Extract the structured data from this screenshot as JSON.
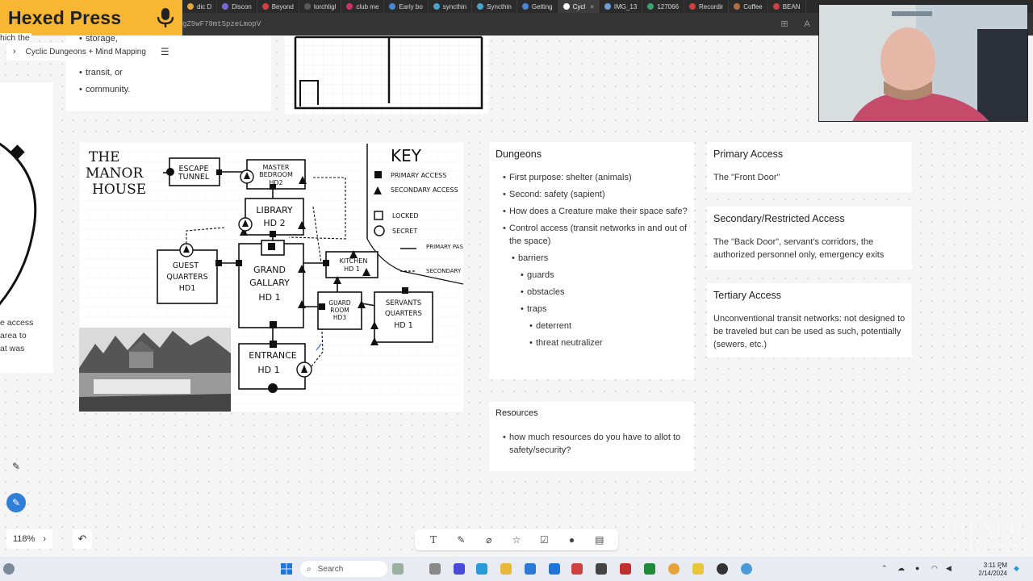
{
  "brand": {
    "name": "Hexed Press"
  },
  "browser": {
    "tabs": [
      {
        "label": "dic D",
        "color": "#e8a23a"
      },
      {
        "label": "Discon",
        "color": "#7b66d8"
      },
      {
        "label": "Beyond",
        "color": "#d04040"
      },
      {
        "label": "torchligl",
        "color": "#5a5a5a"
      },
      {
        "label": "club me",
        "color": "#cc3366"
      },
      {
        "label": "Early bo",
        "color": "#4a86d8"
      },
      {
        "label": "syncthin",
        "color": "#4aa3c8"
      },
      {
        "label": "Syncthin",
        "color": "#4aa3c8"
      },
      {
        "label": "Getting",
        "color": "#4a86d8"
      },
      {
        "label": "Cycl",
        "color": "#ffffff",
        "active": true
      },
      {
        "label": "IMG_13",
        "color": "#6aa0d8"
      },
      {
        "label": "127066",
        "color": "#3aa36a"
      },
      {
        "label": "Recordir",
        "color": "#d04040"
      },
      {
        "label": "Coffee",
        "color": "#b07040"
      },
      {
        "label": "BEAN",
        "color": "#d04040"
      }
    ],
    "url_fragment": "gZ9wF79mtSpzeLmopV"
  },
  "breadcrumb": {
    "label": "Cyclic Dungeons + Mind Mapping"
  },
  "left_partial": {
    "top_fragment": "hich the",
    "frags": [
      "e access",
      "area to",
      "at was"
    ]
  },
  "top_list": {
    "items": [
      "storage,",
      "transit, or",
      "community."
    ]
  },
  "manor": {
    "title_lines": [
      "THE",
      "MANOR",
      "HOUSE"
    ],
    "key_title": "KEY",
    "key_items": [
      "PRIMARY ACCESS",
      "SECONDARY ACCESS",
      "LOCKED",
      "SECRET",
      "PRIMARY PASSAGE",
      "SECONDARY PASSAGE"
    ],
    "rooms": {
      "escape": [
        "ESCAPE",
        "TUNNEL"
      ],
      "master": [
        "MASTER",
        "BEDROOM",
        "HD2"
      ],
      "library": [
        "LIBRARY",
        "HD 2"
      ],
      "guest": [
        "GUEST",
        "QUARTERS",
        "HD1"
      ],
      "gallery": [
        "GRAND",
        "GALLARY",
        "HD 1"
      ],
      "kitchen": [
        "KITCHEN",
        "HD 1"
      ],
      "guard": [
        "GUARD",
        "ROOM",
        "HD3"
      ],
      "servants": [
        "SERVANTS",
        "QUARTERS",
        "HD 1"
      ],
      "entrance": [
        "ENTRANCE",
        "HD 1"
      ]
    }
  },
  "dungeons": {
    "title": "Dungeons",
    "items": [
      {
        "text": "First purpose: shelter (animals)",
        "level": 0
      },
      {
        "text": "Second: safety (sapient)",
        "level": 0
      },
      {
        "text": "How does a Creature make their space safe?",
        "level": 0
      },
      {
        "text": "Control access (transit networks in and out of the space)",
        "level": 0
      },
      {
        "text": "barriers",
        "level": 1
      },
      {
        "text": "guards",
        "level": 2
      },
      {
        "text": "obstacles",
        "level": 2
      },
      {
        "text": "traps",
        "level": 2
      },
      {
        "text": "deterrent",
        "level": 3
      },
      {
        "text": "threat neutralizer",
        "level": 3
      }
    ]
  },
  "resources": {
    "title": "Resources",
    "items": [
      "how much resources do you have to allot to safety/security?"
    ]
  },
  "primary": {
    "title": "Primary Access",
    "text": "The \"Front Door\""
  },
  "secondary": {
    "title": "Secondary/Restricted Access",
    "text": "The \"Back Door\", servant's corridors, the authorized personnel only, emergency exits"
  },
  "tertiary": {
    "title": "Tertiary Access",
    "text": "Unconventional transit networks: not designed to be traveled but can be used as such, potentially (sewers, etc.)"
  },
  "zoom": {
    "level": "118%"
  },
  "watermark": {
    "line1": "HEXED",
    "line2": "PRESS"
  },
  "taskbar": {
    "search_label": "Search",
    "time": "3:11 PM",
    "date": "2/14/2024"
  },
  "colors": {
    "brand": "#f7b733",
    "accent": "#2f7fd8"
  }
}
